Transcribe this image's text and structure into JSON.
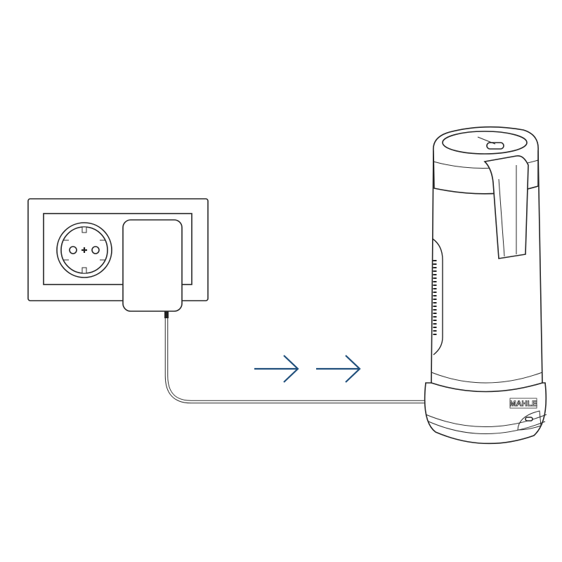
{
  "diagram": {
    "description_labels": {
      "brand_logo": "MAHLE"
    },
    "colors": {
      "arrow": "#1f4e7a",
      "line": "#222222",
      "background": "#ffffff"
    },
    "arrows": {
      "count": 2,
      "direction": "right"
    }
  }
}
